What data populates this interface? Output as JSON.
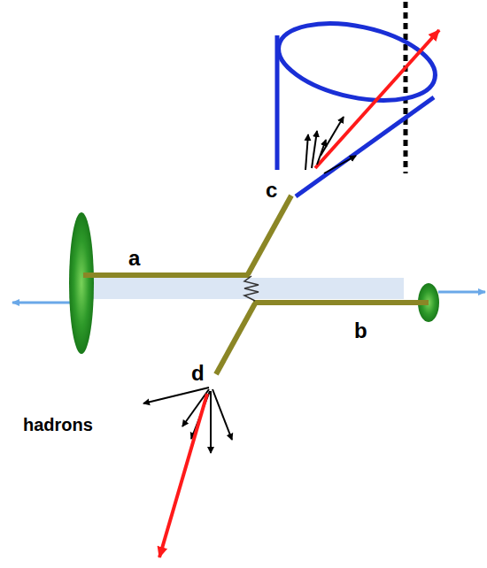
{
  "diagram": {
    "labels": [
      "c",
      "a",
      "b",
      "d",
      "hadrons"
    ]
  }
}
